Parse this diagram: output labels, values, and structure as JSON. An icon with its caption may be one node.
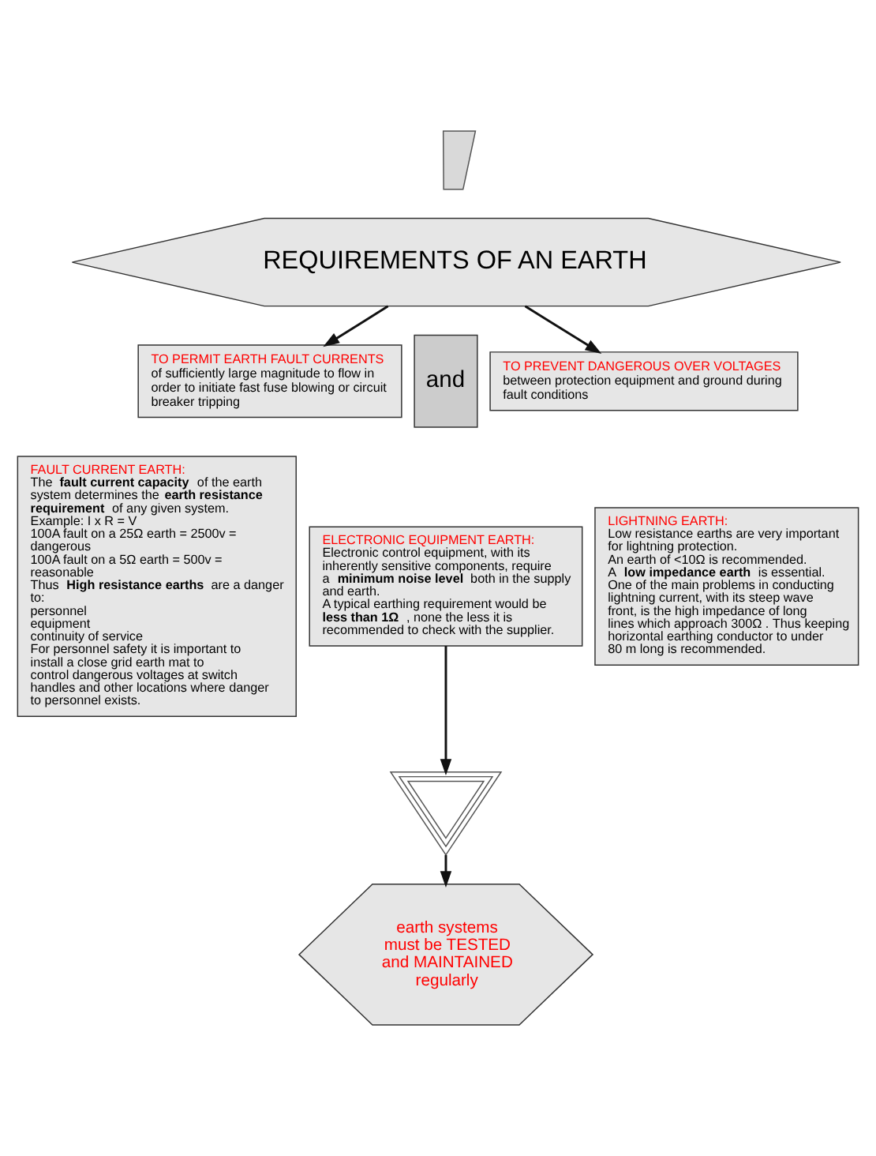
{
  "diagram": {
    "nodes": [
      {
        "text": [],
        "shape": "lightning"
      },
      {
        "text": [
          "REQUIREMENTS OF AN EARTH"
        ]
      },
      {
        "text": [
          "TO PERMIT EARTH FAULT CURRENTS",
          "of sufficiently large magnitude to flow in order to initiate fast fuse blowing or circuit breaker tripping"
        ]
      },
      {
        "text": [
          "and"
        ]
      },
      {
        "text": [
          "TO PREVENT DANGEROUS OVER VOLTAGES",
          "between protection equipment and ground during fault conditions"
        ]
      },
      {
        "text": [
          "FAULT CURRENT EARTH:",
          "The **fault current capacity** of the earth system determines the **earth resistance requirement** of any given system.",
          "Example: I x R = V",
          "100A fault on a 25Ω earth = 2500v = dangerous",
          "100A fault on a 5Ω earth = 500v = reasonable",
          "Thus **High resistance earths** are a danger to:",
          "personnel",
          "equipment",
          "continuity of service",
          "For personnel safety it is important to install a close grid earth mat to control dangerous voltages at switch handles and other locations where danger to personnel exists."
        ]
      },
      {
        "text": [
          "ELECTRONIC EQUIPMENT EARTH:",
          "Electronic control equipment, with its inherently sensitive components, require a **minimum noise level** both in the supply and earth.",
          "A typical earthing requirement would be **less than 1Ω** , none the less it is recommended to check with the supplier."
        ]
      },
      {
        "text": [
          "LIGHTNING EARTH:",
          "Low resistance earths are very important for lightning protection.",
          "An earth of <10Ω is recommended.",
          "A **low impedance earth** is essential.",
          "One of the main problems in conducting lightning current, with its steep wave front, is the high impedance of long lines which approach 300Ω . Thus keeping horizontal earthing conductor to under 80 m long is recommended."
        ]
      },
      {
        "text": [],
        "shape": "ground"
      },
      {
        "text": [
          "earth systems must be TESTED and MAINTAINED regularly"
        ]
      }
    ],
    "edges": [
      {
        "from": 1,
        "to": 2,
        "arrow": "to"
      },
      {
        "from": 1,
        "to": 4,
        "arrow": "to"
      },
      {
        "from": 6,
        "to": 8,
        "arrow": "to"
      },
      {
        "from": 8,
        "to": 9,
        "arrow": "to"
      }
    ]
  }
}
